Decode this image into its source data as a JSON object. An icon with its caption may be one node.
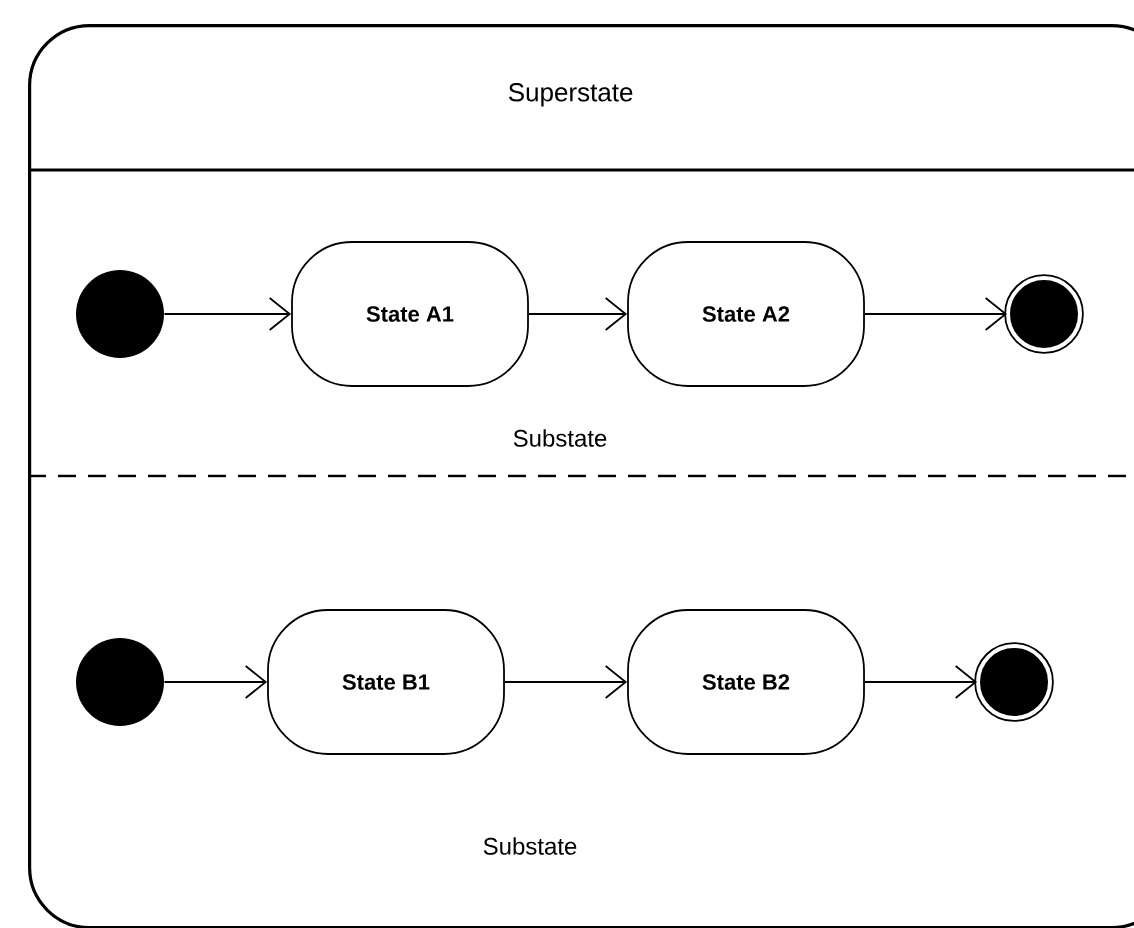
{
  "diagram": {
    "nodes": [
      {
        "text": [
          "Superstate"
        ]
      },
      {
        "text": [],
        "shape": "circle",
        "in": 0
      },
      {
        "text": [
          "State A1"
        ],
        "in": 0
      },
      {
        "text": [
          "State A2"
        ],
        "in": 0
      },
      {
        "text": [],
        "shape": "bullseye",
        "in": 0
      },
      {
        "text": [],
        "shape": "circle",
        "in": 0
      },
      {
        "text": [
          "State B1"
        ],
        "in": 0
      },
      {
        "text": [
          "State B2"
        ],
        "in": 0
      },
      {
        "text": [],
        "shape": "bullseye",
        "in": 0
      }
    ],
    "edges": [
      {
        "from": 1,
        "to": 2,
        "arrow": "to"
      },
      {
        "from": 2,
        "to": 3,
        "arrow": "to"
      },
      {
        "from": 3,
        "to": 4,
        "arrow": "to"
      },
      {
        "from": 5,
        "to": 6,
        "arrow": "to"
      },
      {
        "from": 6,
        "to": 7,
        "arrow": "to"
      },
      {
        "from": 7,
        "to": 8,
        "arrow": "to"
      }
    ],
    "labels": [
      "Substate",
      "Substate"
    ]
  }
}
